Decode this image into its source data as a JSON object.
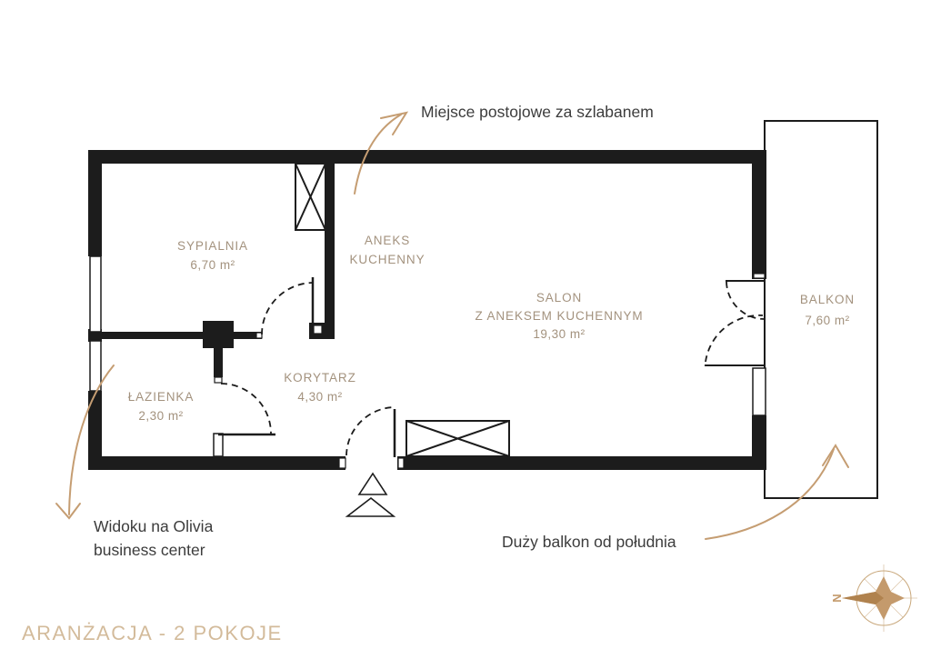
{
  "annotations": {
    "parking": "Miejsce postojowe za szlabanem",
    "view_line1": "Widoku na Olivia",
    "view_line2": "business center",
    "balcony": "Duży balkon od południa"
  },
  "rooms": {
    "sypialnia": {
      "name": "SYPIALNIA",
      "area": "6,70 m²"
    },
    "aneks": {
      "name_line1": "ANEKS",
      "name_line2": "KUCHENNY"
    },
    "salon": {
      "name_line1": "SALON",
      "name_line2": "Z ANEKSEM KUCHENNYM",
      "area": "19,30 m²"
    },
    "lazienka": {
      "name": "ŁAZIENKA",
      "area": "2,30 m²"
    },
    "korytarz": {
      "name": "KORYTARZ",
      "area": "4,30 m²"
    },
    "balkon": {
      "name": "BALKON",
      "area": "7,60 m²"
    }
  },
  "compass": {
    "north_label": "N"
  },
  "watermark": "ARANŻACJA - 2 POKOJE",
  "colors": {
    "wall": "#1c1c1c",
    "room_label": "#a3927e",
    "annotation_text": "#3c3c3c",
    "arrow": "#c59d72",
    "watermark": "#c9ab83",
    "background": "#ffffff"
  }
}
